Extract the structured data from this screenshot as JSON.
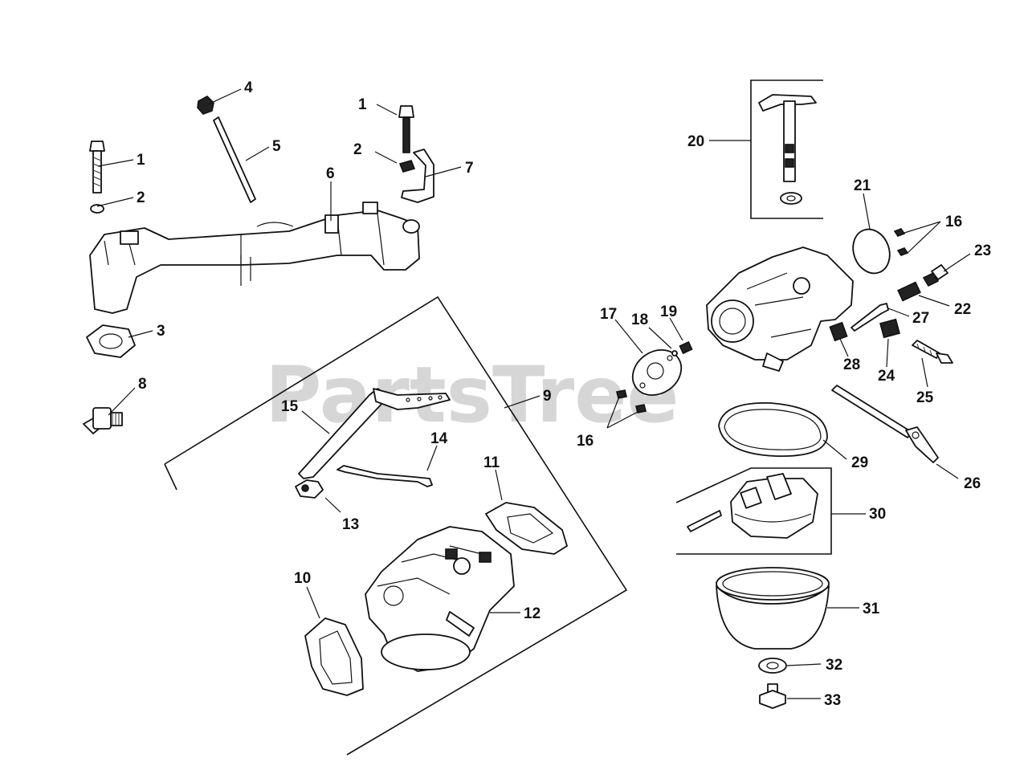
{
  "watermark": "PartsTree",
  "callouts": [
    "1",
    "4",
    "5",
    "2",
    "6",
    "1",
    "2",
    "7",
    "3",
    "8",
    "9",
    "15",
    "14",
    "11",
    "13",
    "10",
    "12",
    "20",
    "21",
    "16",
    "23",
    "22",
    "27",
    "17",
    "18",
    "19",
    "28",
    "24",
    "25",
    "16",
    "29",
    "26",
    "30",
    "31",
    "32",
    "33"
  ],
  "colors": {
    "ink": "#111111",
    "watermark": "#d6d6d6",
    "background": "#ffffff"
  }
}
